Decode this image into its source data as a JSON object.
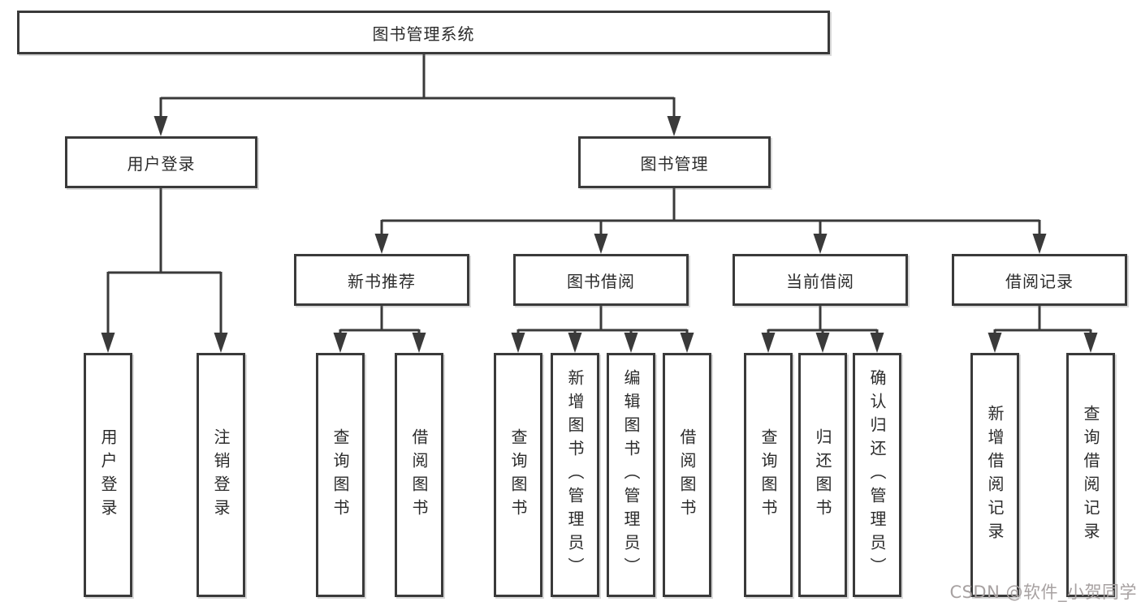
{
  "colors": {
    "line": "#3a3a3a",
    "box_border": "#3a3a3a",
    "box_background": "#ffffff",
    "text": "#2b2b2b",
    "watermark": "#a7a1a1"
  },
  "watermark": {
    "text": "CSDN @软件_小贺同学"
  },
  "tree": {
    "label": "图书管理系统",
    "children": [
      {
        "label": "用户登录",
        "children": [
          {
            "label": "用户登录"
          },
          {
            "label": "注销登录"
          }
        ]
      },
      {
        "label": "图书管理",
        "children": [
          {
            "label": "新书推荐",
            "children": [
              {
                "label": "查询图书"
              },
              {
                "label": "借阅图书"
              }
            ]
          },
          {
            "label": "图书借阅",
            "children": [
              {
                "label": "查询图书"
              },
              {
                "label": "新增图书（管理员）"
              },
              {
                "label": "编辑图书（管理员）"
              },
              {
                "label": "借阅图书"
              }
            ]
          },
          {
            "label": "当前借阅",
            "children": [
              {
                "label": "查询图书"
              },
              {
                "label": "归还图书"
              },
              {
                "label": "确认归还（管理员）"
              }
            ]
          },
          {
            "label": "借阅记录",
            "children": [
              {
                "label": "新增借阅记录"
              },
              {
                "label": "查询借阅记录"
              }
            ]
          }
        ]
      }
    ]
  }
}
